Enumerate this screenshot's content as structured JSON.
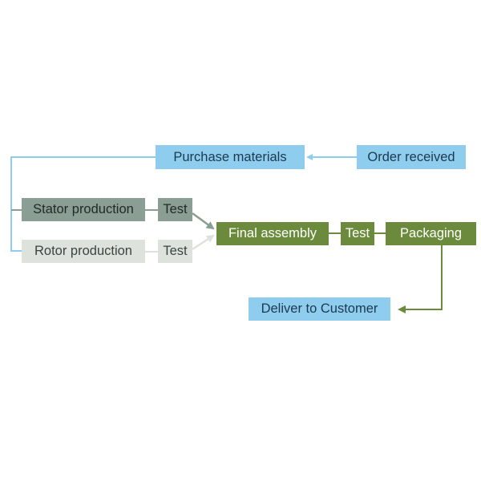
{
  "colors": {
    "blue": "#8fcdee",
    "blue_line": "#8fcdee",
    "gray_dark": "#8a9e93",
    "gray_light": "#dde3dc",
    "green": "#6b8a3b"
  },
  "nodes": {
    "order_received": "Order received",
    "purchase_materials": "Purchase materials",
    "stator_production": "Stator production",
    "stator_test": "Test",
    "rotor_production": "Rotor production",
    "rotor_test": "Test",
    "final_assembly": "Final assembly",
    "final_test": "Test",
    "packaging": "Packaging",
    "deliver": "Deliver to Customer"
  }
}
